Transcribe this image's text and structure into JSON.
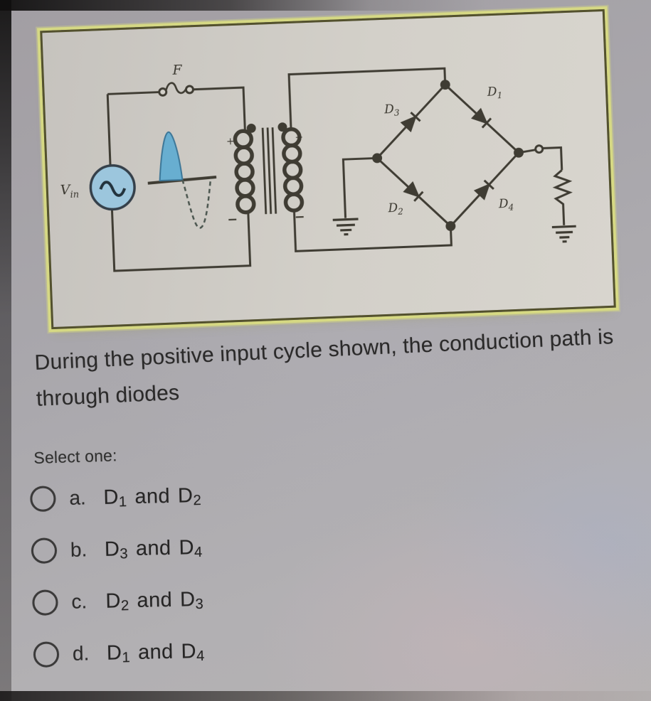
{
  "question": {
    "line1": "During the positive input cycle shown, the conduction path is",
    "line2": "through diodes",
    "prompt": "Select one:"
  },
  "options": [
    {
      "letter": "a.",
      "first_base": "D",
      "first_sub": "1",
      "conjunction": "and",
      "second_base": "D",
      "second_sub": "2"
    },
    {
      "letter": "b.",
      "first_base": "D",
      "first_sub": "3",
      "conjunction": "and",
      "second_base": "D",
      "second_sub": "4"
    },
    {
      "letter": "c.",
      "first_base": "D",
      "first_sub": "2",
      "conjunction": "and",
      "second_base": "D",
      "second_sub": "3"
    },
    {
      "letter": "d.",
      "first_base": "D",
      "first_sub": "1",
      "conjunction": "and",
      "second_base": "D",
      "second_sub": "4"
    }
  ],
  "diagram": {
    "source_label_base": "V",
    "source_label_sub": "in",
    "fuse_label": "F",
    "polarity_plus": "+",
    "polarity_minus": "−",
    "diodes": [
      {
        "base": "D",
        "sub": "3"
      },
      {
        "base": "D",
        "sub": "1"
      },
      {
        "base": "D",
        "sub": "2"
      },
      {
        "base": "D",
        "sub": "4"
      }
    ],
    "colors": {
      "card_border": "#53512d",
      "card_glow": "#dade80",
      "wire": "#3f3c33",
      "waveform_blue": "#68aed0",
      "source_fill": "#9cc6dd"
    }
  }
}
